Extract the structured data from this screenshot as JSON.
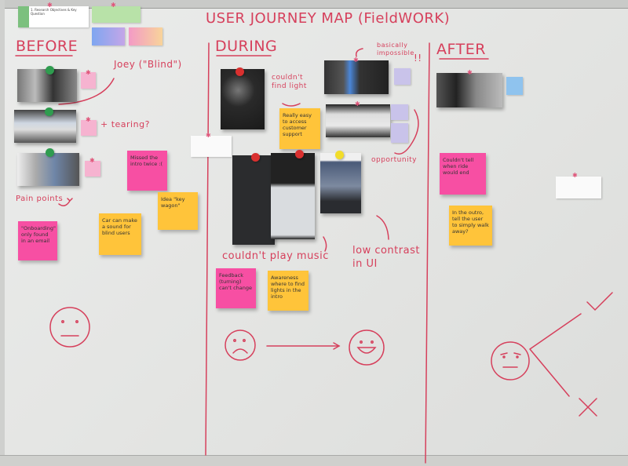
{
  "board": {
    "title": "USER JOURNEY MAP (FieldWORK)",
    "ink_color": "#d6405c",
    "sections": {
      "before": "BEFORE",
      "during": "DURING",
      "after": "AFTER"
    },
    "top_cards": {
      "objectives": "1. Research Objectives & Key Question"
    },
    "before": {
      "annotations": {
        "joey": "Joey (\"Blind\")",
        "tearing": "+ tearing?",
        "pain_points": "Pain points"
      },
      "notes": [
        {
          "text": "Missed the intro twice :(",
          "color": "pink"
        },
        {
          "text": "Idea \"key wagon\"",
          "color": "yellow"
        },
        {
          "text": "Car can make a sound for blind users",
          "color": "yellow"
        },
        {
          "text": "\"Onboarding\" only found in an email",
          "color": "pink"
        }
      ],
      "face": "neutral"
    },
    "during": {
      "annotations": {
        "find_light": "couldn't find light",
        "impossible": "basically impossible",
        "exclaim": "!!",
        "opportunity": "opportunity",
        "play_music": "couldn't play music",
        "low_contrast": "low contrast in UI"
      },
      "notes": [
        {
          "text": "Really easy to access customer support",
          "color": "yellow"
        },
        {
          "text": "Feedback (turning) can't change",
          "color": "pink"
        },
        {
          "text": "Awareness where to find lights in the intro",
          "color": "yellow"
        }
      ],
      "faces": [
        "sad",
        "happy"
      ]
    },
    "after": {
      "notes": [
        {
          "text": "Couldn't tell when ride would end",
          "color": "pink"
        },
        {
          "text": "In the outro, tell the user to simply walk away?",
          "color": "yellow"
        }
      ],
      "face": "skeptical"
    }
  }
}
